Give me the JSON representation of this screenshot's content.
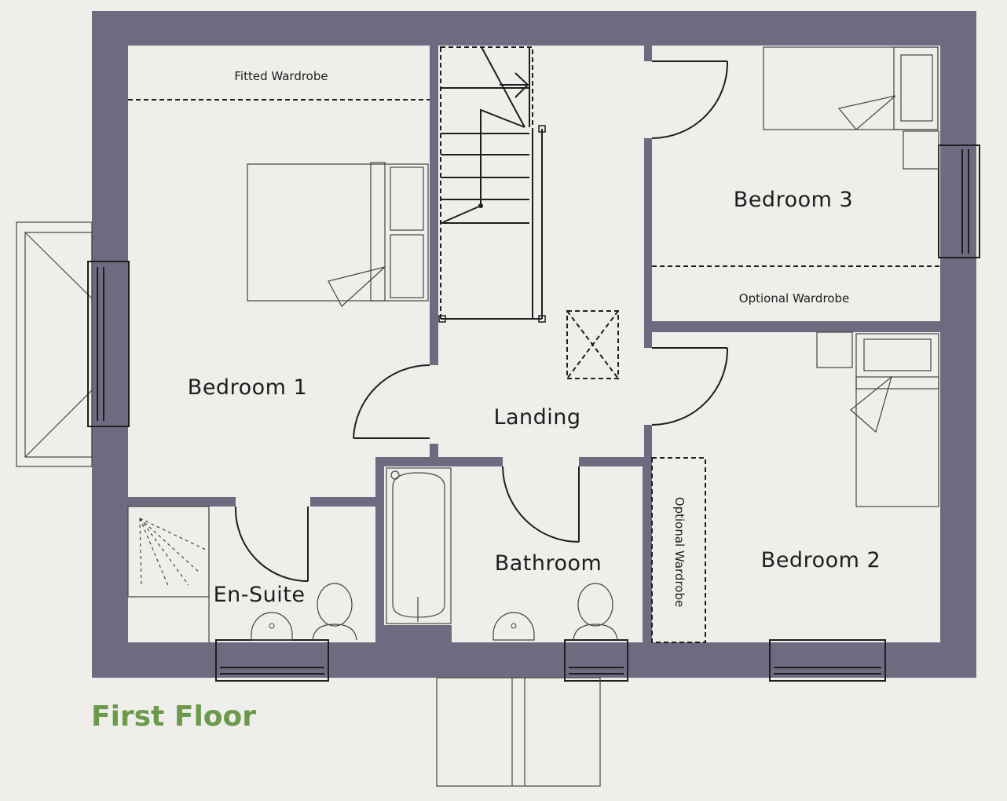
{
  "floor_title": "First Floor",
  "colors": {
    "wall": "#6e6b80",
    "background": "#efeeeb",
    "title": "#6a9a4a",
    "line": "#1e1e1e"
  },
  "rooms": {
    "bedroom1": "Bedroom 1",
    "bedroom2": "Bedroom 2",
    "bedroom3": "Bedroom 3",
    "landing": "Landing",
    "bathroom": "Bathroom",
    "ensuite": "En-Suite"
  },
  "annotations": {
    "fitted_wardrobe": "Fitted Wardrobe",
    "optional_wardrobe_bed3": "Optional Wardrobe",
    "optional_wardrobe_bed2": "Optional Wardrobe"
  }
}
